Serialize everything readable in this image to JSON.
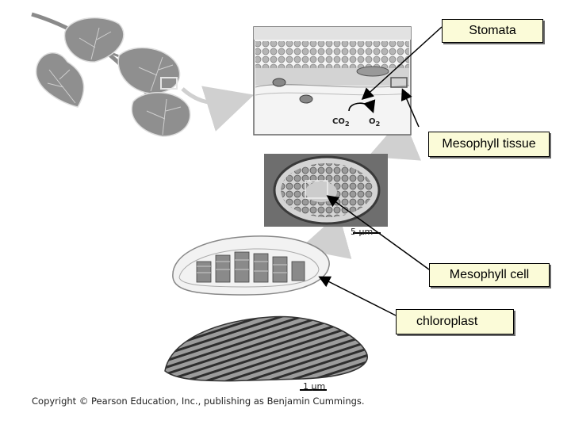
{
  "labels": {
    "stomata": "Stomata",
    "mesophyll_tissue": "Mesophyll tissue",
    "mesophyll_cell": "Mesophyll cell",
    "chloroplast": "chloroplast"
  },
  "annotations": {
    "co2": "CO",
    "co2_sub": "2",
    "o2": "O",
    "o2_sub": "2",
    "scale_cell": "5 µm",
    "scale_chloroplast": "1 µm"
  },
  "copyright": "Copyright © Pearson Education, Inc., publishing as Benjamin Cummings.",
  "colors": {
    "label_fill": "#fbfbd8",
    "leaf_fill": "#8f8f8f",
    "arrow_gray": "#cfcfcf"
  }
}
